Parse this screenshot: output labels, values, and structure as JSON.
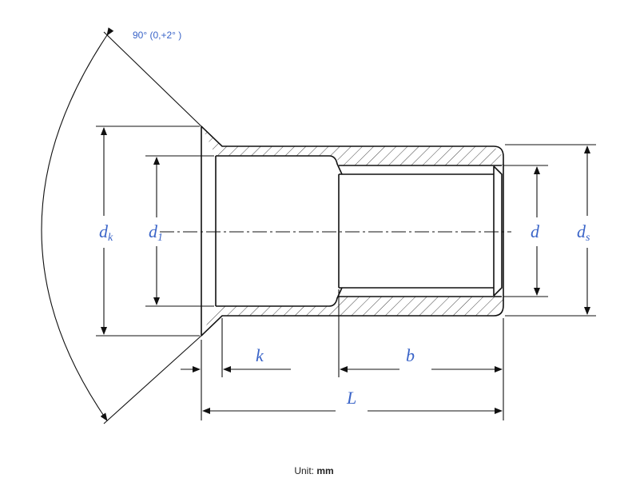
{
  "diagram": {
    "angle_label": "90° (0,+2° )",
    "labels": {
      "dk": {
        "base": "d",
        "sub": "k"
      },
      "d1": {
        "base": "d",
        "sub": "1"
      },
      "d": {
        "base": "d"
      },
      "ds": {
        "base": "d",
        "sub": "s"
      },
      "k": {
        "base": "k"
      },
      "b": {
        "base": "b"
      },
      "L": {
        "base": "L"
      }
    },
    "colors": {
      "line": "#111111",
      "label": "#3a64c8",
      "hatch": "#444444"
    }
  },
  "footer": {
    "unit_label": "Unit:",
    "unit_value": "mm"
  }
}
